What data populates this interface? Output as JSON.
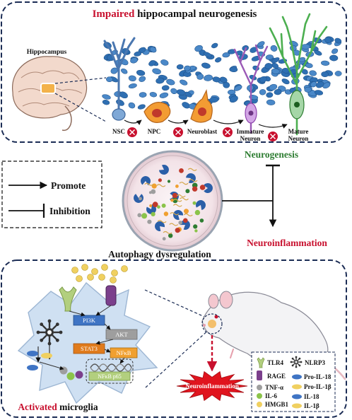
{
  "top_panel": {
    "title_emphasis": "Impaired",
    "title_rest": " hippocampal neurogenesis",
    "brain_label": "Hippocampus",
    "stages": [
      "NSC",
      "NPC",
      "Neuroblast",
      "Immature\nNeuron",
      "Mature\nNeuron"
    ]
  },
  "legend_box": {
    "promote": "Promote",
    "inhibition": "Inhibition"
  },
  "middle": {
    "neurogenesis": "Neurogenesis",
    "neuroinflammation": "Neuroinflammation",
    "autophagy": "Autophagy dysregulation"
  },
  "bottom_panel": {
    "caption_emphasis": "Activated",
    "caption_rest": " microglia",
    "pathway": {
      "pi3k": "PI3K",
      "akt": "AKT",
      "stat3": "STAT3",
      "nfkb": "NFκB",
      "nucleus_label": "NFκB p65"
    },
    "burst_label": "Neuroinflammation"
  },
  "key": {
    "tlr4": "TLR4",
    "rage": "RAGE",
    "tnf": "TNF-α",
    "il6": "IL-6",
    "hmgb1": "HMGB1",
    "nlrp3": "NLRP3",
    "pro_il18": "Pro-IL-18",
    "pro_il1b": "Pro-IL-1β",
    "il18": "IL-18",
    "il1b": "IL-1β"
  },
  "colors": {
    "frame": "#1c2d55",
    "emphasis_red": "#c8102e",
    "neurogenesis_green": "#2e7d32",
    "cell_blue": "#2f6fb2",
    "microglia": "#cfe0f2"
  }
}
